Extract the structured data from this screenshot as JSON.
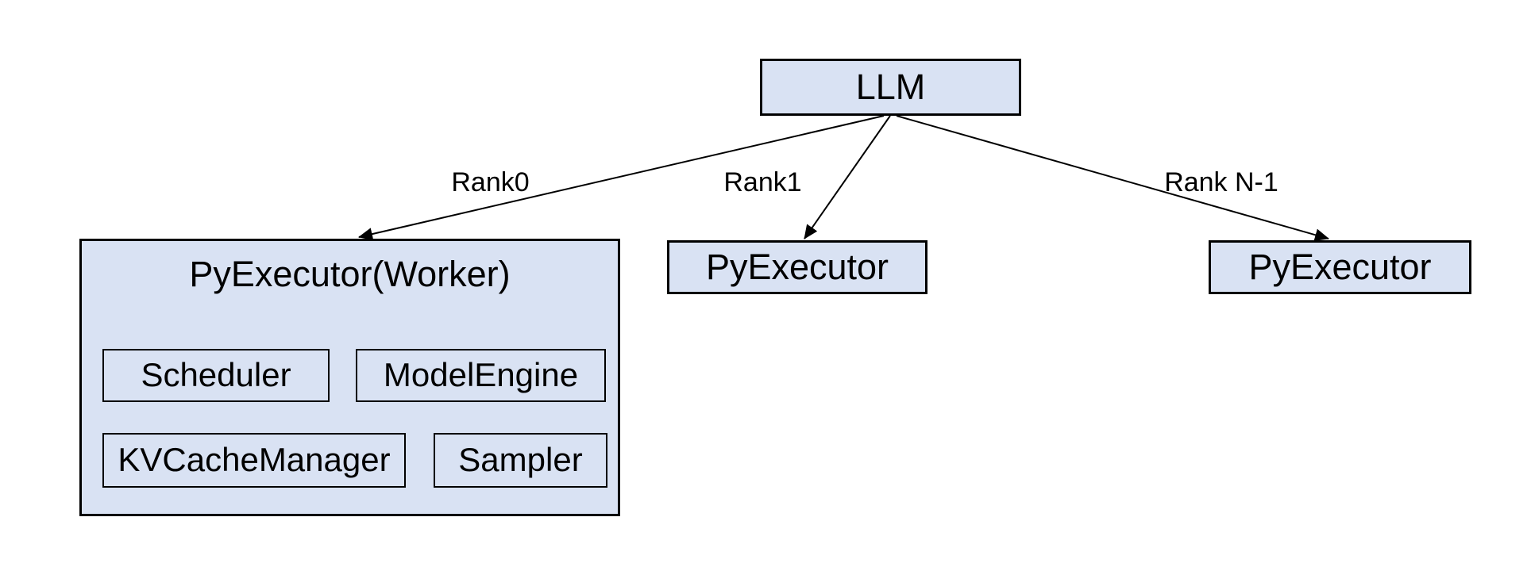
{
  "diagram": {
    "colors": {
      "background": "#ffffff",
      "node_fill": "#d9e2f3",
      "node_border": "#000000",
      "text": "#000000"
    },
    "nodes": {
      "llm": {
        "label": "LLM"
      },
      "worker": {
        "title": "PyExecutor(Worker)",
        "children": [
          {
            "label": "Scheduler"
          },
          {
            "label": "ModelEngine"
          },
          {
            "label": "KVCacheManager"
          },
          {
            "label": "Sampler"
          }
        ]
      },
      "executor_rank1": {
        "label": "PyExecutor"
      },
      "executor_rank_n": {
        "label": "PyExecutor"
      }
    },
    "edges": [
      {
        "from": "LLM",
        "to": "PyExecutor(Worker)",
        "label": "Rank0"
      },
      {
        "from": "LLM",
        "to": "PyExecutor",
        "label": "Rank1"
      },
      {
        "from": "LLM",
        "to": "PyExecutor",
        "label": "Rank N-1"
      }
    ]
  }
}
